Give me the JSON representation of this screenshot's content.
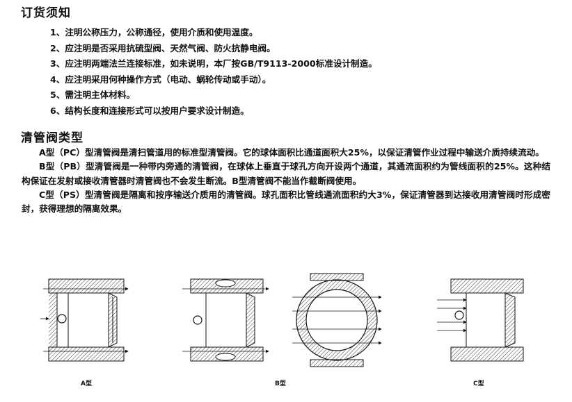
{
  "order_notes": {
    "title": "订货须知",
    "items": [
      "1、注明公称压力，公称通径，使用介质和使用温度。",
      "2、应注明是否采用抗硫型阀、天然气阀、防火抗静电阀。",
      "3、应注明两端法兰连接标准，如未说明，本厂按GB/T9113-2000标准设计制造。",
      "4、应注明采用何种操作方式（电动、蜗轮传动或手动）。",
      "5、需注明主体材料。",
      "6、结构长度和连接形式可以按用户要求设计制造。"
    ]
  },
  "valve_types": {
    "title": "清管阀类型",
    "paragraphs": [
      "A型（PC）型清管阀是清扫管道用的标准型清管阀。它的球体面积比通道面积大25%，以保证清管作业过程中输送介质持续流动。",
      "B型（PB）型清管阀是一种带内旁通的清管阀，在球体上垂直于球孔方向开设两个通道，其通流面积约为管线面积的25%。这种结构保证在发射或接收清管器时清管阀也不会发生断流。B型清管阀不能当作截断阀使用。",
      "C型（PS）型清管阀是隔离和按序输送介质用的清管阀。球孔面积比管线通流面积约大3%，保证清管器到达接收用清管阀时形成密封，获得理想的隔离效果。"
    ]
  },
  "diagrams": {
    "captions": [
      "A型",
      "B型",
      "C型"
    ]
  }
}
